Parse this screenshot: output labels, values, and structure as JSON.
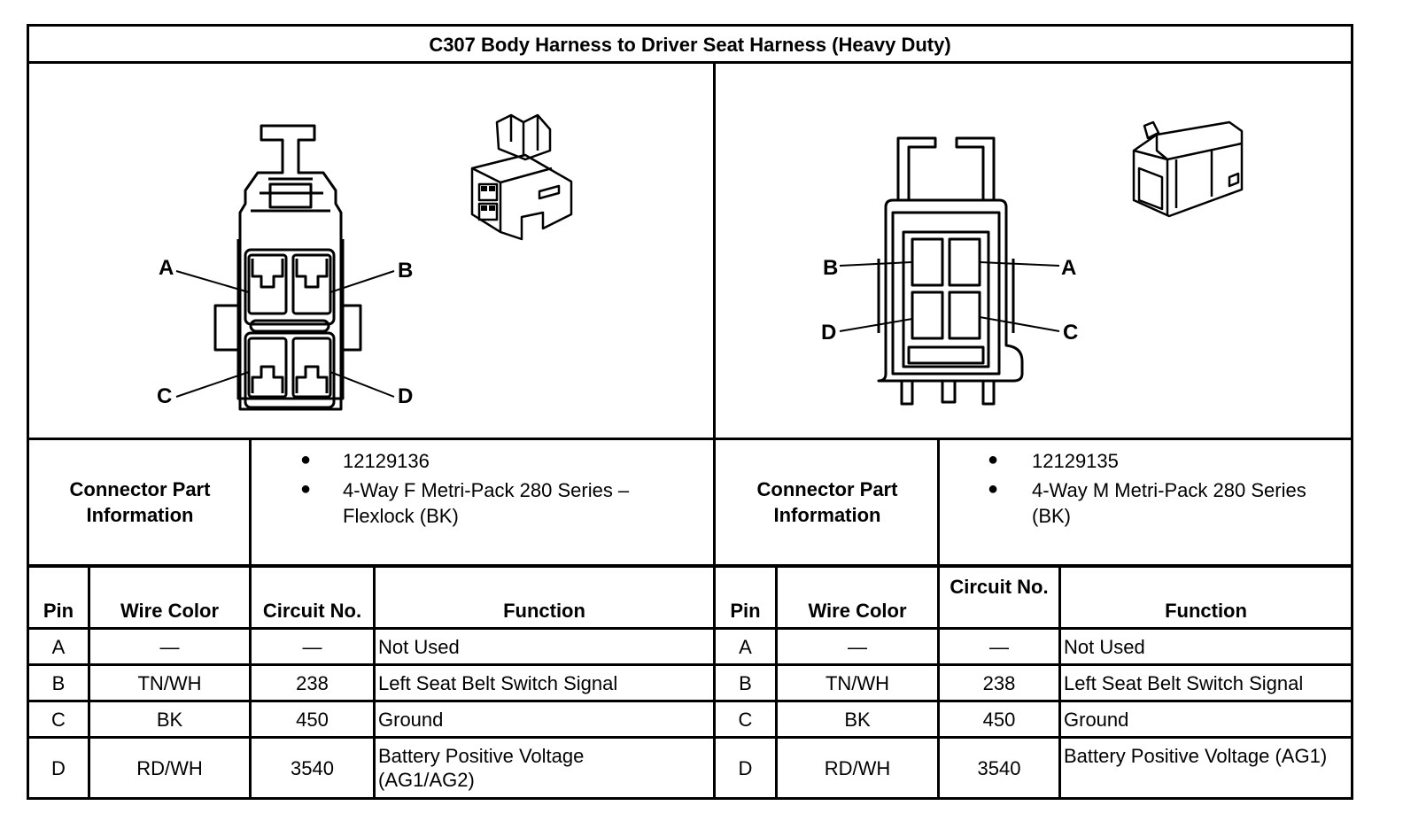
{
  "title": "C307 Body Harness to Driver Seat Harness (Heavy Duty)",
  "left": {
    "pin_labels": [
      "A",
      "B",
      "C",
      "D"
    ],
    "connector_part_label": "Connector Part Information",
    "part_items": [
      "12129136",
      "4-Way F Metri-Pack 280 Series – Flexlock (BK)"
    ],
    "headers": {
      "pin": "Pin",
      "wire_color": "Wire Color",
      "circuit": "Circuit No.",
      "function": "Function"
    },
    "rows": [
      {
        "pin": "A",
        "wire": "—",
        "circuit": "—",
        "function": "Not Used"
      },
      {
        "pin": "B",
        "wire": "TN/WH",
        "circuit": "238",
        "function": "Left Seat Belt Switch Signal"
      },
      {
        "pin": "C",
        "wire": "BK",
        "circuit": "450",
        "function": "Ground"
      },
      {
        "pin": "D",
        "wire": "RD/WH",
        "circuit": "3540",
        "function": "Battery Positive Voltage (AG1/AG2)"
      }
    ]
  },
  "right": {
    "pin_labels": [
      "A",
      "B",
      "C",
      "D"
    ],
    "connector_part_label": "Connector Part Information",
    "part_items": [
      "12129135",
      "4-Way M Metri-Pack 280 Series (BK)"
    ],
    "headers": {
      "pin": "Pin",
      "wire_color": "Wire Color",
      "circuit": "Circuit No.",
      "function": "Function"
    },
    "rows": [
      {
        "pin": "A",
        "wire": "—",
        "circuit": "—",
        "function": "Not Used"
      },
      {
        "pin": "B",
        "wire": "TN/WH",
        "circuit": "238",
        "function": "Left Seat Belt Switch Signal"
      },
      {
        "pin": "C",
        "wire": "BK",
        "circuit": "450",
        "function": "Ground"
      },
      {
        "pin": "D",
        "wire": "RD/WH",
        "circuit": "3540",
        "function": "Battery Positive Voltage (AG1)"
      }
    ]
  }
}
